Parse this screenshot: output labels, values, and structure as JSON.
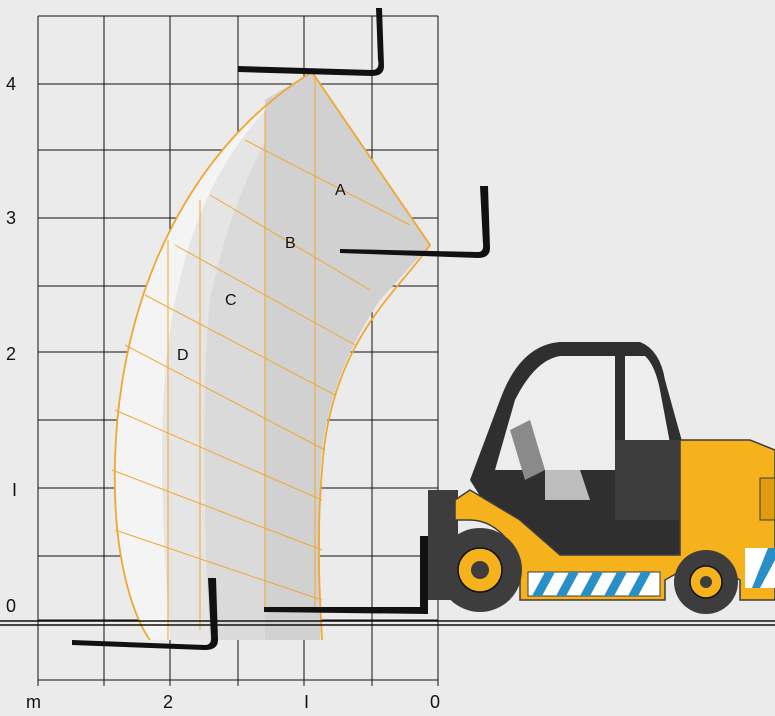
{
  "chart_data": {
    "type": "diagram",
    "x_unit": "m",
    "x_ticks": [
      "2",
      "I",
      "0"
    ],
    "y_ticks": [
      "0",
      "I",
      "2",
      "3",
      "4"
    ],
    "zones": [
      "A",
      "B",
      "C",
      "D"
    ],
    "colors": {
      "background": "#ebebeb",
      "grid": "#111111",
      "envelope_outline": "#f0a830",
      "zone_a": "#d1d1d1",
      "zone_b": "#dadada",
      "zone_c": "#e5e5e5",
      "zone_d": "#f4f4f4",
      "machine_body": "#f6b21c",
      "machine_dark": "#3d3d3d",
      "stripe_blue": "#2a8fc6",
      "fork": "#111111"
    },
    "icons": [
      "telehandler-machine-icon",
      "fork-icon"
    ]
  }
}
